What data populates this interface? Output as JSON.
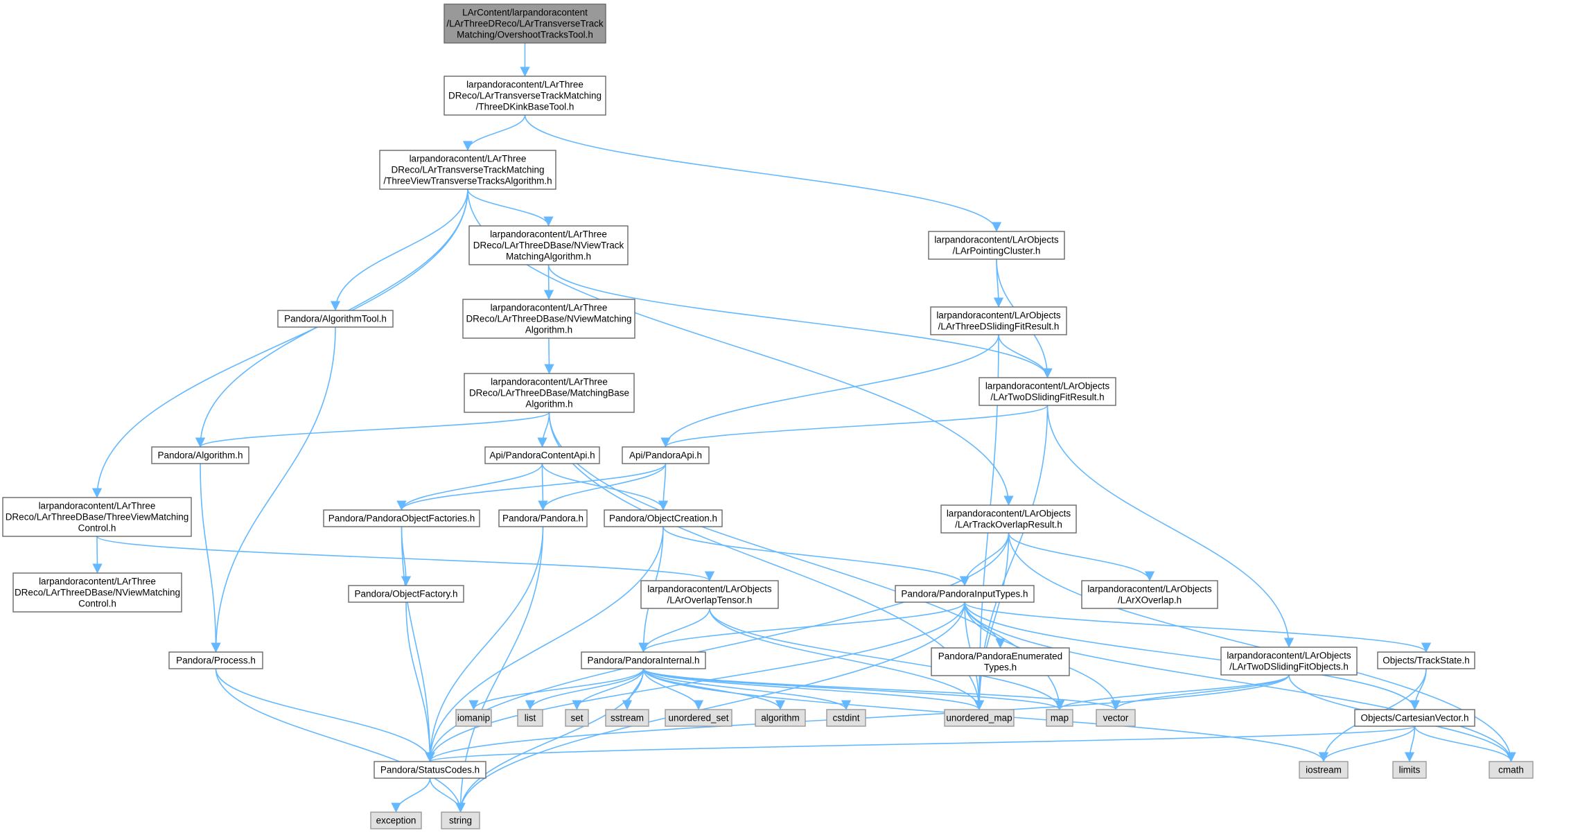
{
  "diagram": {
    "edge_color": "#63b8ff",
    "main_fill": "#999999",
    "std_fill": "#e0e0e0",
    "nodes": [
      {
        "id": "n0",
        "kind": "main",
        "lines": [
          "LArContent/larpandoracontent",
          "/LArThreeDReco/LArTransverseTrack",
          "Matching/OvershootTracksTool.h"
        ]
      },
      {
        "id": "n1",
        "kind": "hdr",
        "lines": [
          "larpandoracontent/LArThree",
          "DReco/LArTransverseTrackMatching",
          "/ThreeDKinkBaseTool.h"
        ]
      },
      {
        "id": "n2",
        "kind": "hdr",
        "lines": [
          "larpandoracontent/LArThree",
          "DReco/LArTransverseTrackMatching",
          "/ThreeViewTransverseTracksAlgorithm.h"
        ]
      },
      {
        "id": "n3",
        "kind": "hdr",
        "lines": [
          "larpandoracontent/LArObjects",
          "/LArPointingCluster.h"
        ]
      },
      {
        "id": "n4",
        "kind": "hdr",
        "lines": [
          "larpandoracontent/LArThree",
          "DReco/LArThreeDBase/ThreeViewMatching",
          "Control.h"
        ]
      },
      {
        "id": "n5",
        "kind": "hdr",
        "lines": [
          "Pandora/Algorithm.h"
        ]
      },
      {
        "id": "n6",
        "kind": "hdr",
        "lines": [
          "Pandora/AlgorithmTool.h"
        ]
      },
      {
        "id": "n7",
        "kind": "hdr",
        "lines": [
          "larpandoracontent/LArThree",
          "DReco/LArThreeDBase/NViewTrack",
          "MatchingAlgorithm.h"
        ]
      },
      {
        "id": "n8",
        "kind": "hdr",
        "lines": [
          "larpandoracontent/LArObjects",
          "/LArTrackOverlapResult.h"
        ]
      },
      {
        "id": "n9",
        "kind": "hdr",
        "lines": [
          "larpandoracontent/LArThree",
          "DReco/LArThreeDBase/NViewMatching",
          "Control.h"
        ]
      },
      {
        "id": "n10",
        "kind": "hdr",
        "lines": [
          "larpandoracontent/LArObjects",
          "/LArOverlapTensor.h"
        ]
      },
      {
        "id": "n11",
        "kind": "hdr",
        "lines": [
          "Pandora/Process.h"
        ]
      },
      {
        "id": "n12",
        "kind": "hdr",
        "lines": [
          "larpandoracontent/LArThree",
          "DReco/LArThreeDBase/NViewMatching",
          "Algorithm.h"
        ]
      },
      {
        "id": "n13",
        "kind": "hdr",
        "lines": [
          "larpandoracontent/LArThree",
          "DReco/LArThreeDBase/MatchingBase",
          "Algorithm.h"
        ]
      },
      {
        "id": "n14",
        "kind": "hdr",
        "lines": [
          "larpandoracontent/LArObjects",
          "/LArThreeDSlidingFitResult.h"
        ]
      },
      {
        "id": "n15",
        "kind": "hdr",
        "lines": [
          "larpandoracontent/LArObjects",
          "/LArTwoDSlidingFitResult.h"
        ]
      },
      {
        "id": "n16",
        "kind": "hdr",
        "lines": [
          "Api/PandoraContentApi.h"
        ]
      },
      {
        "id": "n17",
        "kind": "hdr",
        "lines": [
          "Api/PandoraApi.h"
        ]
      },
      {
        "id": "n18",
        "kind": "hdr",
        "lines": [
          "Pandora/PandoraObjectFactories.h"
        ]
      },
      {
        "id": "n19",
        "kind": "hdr",
        "lines": [
          "Pandora/Pandora.h"
        ]
      },
      {
        "id": "n20",
        "kind": "hdr",
        "lines": [
          "Pandora/ObjectCreation.h"
        ]
      },
      {
        "id": "n21",
        "kind": "hdr",
        "lines": [
          "Pandora/ObjectFactory.h"
        ]
      },
      {
        "id": "n22",
        "kind": "hdr",
        "lines": [
          "Pandora/PandoraInputTypes.h"
        ]
      },
      {
        "id": "n23",
        "kind": "hdr",
        "lines": [
          "larpandoracontent/LArObjects",
          "/LArXOverlap.h"
        ]
      },
      {
        "id": "n24",
        "kind": "hdr",
        "lines": [
          "Pandora/PandoraEnumerated",
          "Types.h"
        ]
      },
      {
        "id": "n25",
        "kind": "hdr",
        "lines": [
          "Pandora/PandoraInternal.h"
        ]
      },
      {
        "id": "n26",
        "kind": "hdr",
        "lines": [
          "larpandoracontent/LArObjects",
          "/LArTwoDSlidingFitObjects.h"
        ]
      },
      {
        "id": "n27",
        "kind": "hdr",
        "lines": [
          "Objects/TrackState.h"
        ]
      },
      {
        "id": "n28",
        "kind": "hdr",
        "lines": [
          "Objects/CartesianVector.h"
        ]
      },
      {
        "id": "n29",
        "kind": "hdr",
        "lines": [
          "Pandora/StatusCodes.h"
        ]
      },
      {
        "id": "s1",
        "kind": "std",
        "lines": [
          "iomanip"
        ]
      },
      {
        "id": "s2",
        "kind": "std",
        "lines": [
          "list"
        ]
      },
      {
        "id": "s3",
        "kind": "std",
        "lines": [
          "set"
        ]
      },
      {
        "id": "s4",
        "kind": "std",
        "lines": [
          "sstream"
        ]
      },
      {
        "id": "s5",
        "kind": "std",
        "lines": [
          "unordered_set"
        ]
      },
      {
        "id": "s6",
        "kind": "std",
        "lines": [
          "algorithm"
        ]
      },
      {
        "id": "s7",
        "kind": "std",
        "lines": [
          "cstdint"
        ]
      },
      {
        "id": "s8",
        "kind": "std",
        "lines": [
          "unordered_map"
        ]
      },
      {
        "id": "s9",
        "kind": "std",
        "lines": [
          "map"
        ]
      },
      {
        "id": "s10",
        "kind": "std",
        "lines": [
          "vector"
        ]
      },
      {
        "id": "s11",
        "kind": "std",
        "lines": [
          "iostream"
        ]
      },
      {
        "id": "s12",
        "kind": "std",
        "lines": [
          "limits"
        ]
      },
      {
        "id": "s13",
        "kind": "std",
        "lines": [
          "cmath"
        ]
      },
      {
        "id": "s14",
        "kind": "std",
        "lines": [
          "exception"
        ]
      },
      {
        "id": "s15",
        "kind": "std",
        "lines": [
          "string"
        ]
      }
    ],
    "edges": [
      [
        "n0",
        "n1"
      ],
      [
        "n1",
        "n2"
      ],
      [
        "n1",
        "n3"
      ],
      [
        "n2",
        "n4"
      ],
      [
        "n2",
        "n5"
      ],
      [
        "n2",
        "n6"
      ],
      [
        "n2",
        "n7"
      ],
      [
        "n2",
        "n8"
      ],
      [
        "n3",
        "n14"
      ],
      [
        "n3",
        "n15"
      ],
      [
        "n4",
        "n9"
      ],
      [
        "n4",
        "n10"
      ],
      [
        "n5",
        "n11"
      ],
      [
        "n6",
        "n11"
      ],
      [
        "n7",
        "n12"
      ],
      [
        "n7",
        "n15"
      ],
      [
        "n12",
        "n13"
      ],
      [
        "n13",
        "n5"
      ],
      [
        "n13",
        "n16"
      ],
      [
        "n13",
        "s8"
      ],
      [
        "n13",
        "s9"
      ],
      [
        "n14",
        "n15"
      ],
      [
        "n14",
        "n17"
      ],
      [
        "n14",
        "s8"
      ],
      [
        "n15",
        "n17"
      ],
      [
        "n15",
        "n26"
      ],
      [
        "n15",
        "s8"
      ],
      [
        "n16",
        "n18"
      ],
      [
        "n16",
        "n19"
      ],
      [
        "n16",
        "n20"
      ],
      [
        "n17",
        "n18"
      ],
      [
        "n17",
        "n19"
      ],
      [
        "n17",
        "n20"
      ],
      [
        "n18",
        "n21"
      ],
      [
        "n18",
        "n29"
      ],
      [
        "n19",
        "n29"
      ],
      [
        "n19",
        "s15"
      ],
      [
        "n20",
        "n22"
      ],
      [
        "n20",
        "n25"
      ],
      [
        "n20",
        "n29"
      ],
      [
        "n21",
        "n29"
      ],
      [
        "n8",
        "n22"
      ],
      [
        "n8",
        "n23"
      ],
      [
        "n8",
        "n29"
      ],
      [
        "n8",
        "s8"
      ],
      [
        "n8",
        "s13"
      ],
      [
        "n10",
        "n25"
      ],
      [
        "n10",
        "s8"
      ],
      [
        "n10",
        "s9"
      ],
      [
        "n22",
        "n24"
      ],
      [
        "n22",
        "n25"
      ],
      [
        "n22",
        "n27"
      ],
      [
        "n22",
        "n28"
      ],
      [
        "n22",
        "n29"
      ],
      [
        "n22",
        "s8"
      ],
      [
        "n22",
        "s10"
      ],
      [
        "n22",
        "s13"
      ],
      [
        "n22",
        "s15"
      ],
      [
        "n25",
        "s1"
      ],
      [
        "n25",
        "s2"
      ],
      [
        "n25",
        "s3"
      ],
      [
        "n25",
        "s4"
      ],
      [
        "n25",
        "s5"
      ],
      [
        "n25",
        "s6"
      ],
      [
        "n25",
        "s7"
      ],
      [
        "n25",
        "s8"
      ],
      [
        "n25",
        "s9"
      ],
      [
        "n25",
        "s10"
      ],
      [
        "n25",
        "s11"
      ],
      [
        "n25",
        "s15"
      ],
      [
        "n26",
        "n29"
      ],
      [
        "n26",
        "s9"
      ],
      [
        "n26",
        "s10"
      ],
      [
        "n26",
        "s13"
      ],
      [
        "n27",
        "n28"
      ],
      [
        "n27",
        "s11"
      ],
      [
        "n28",
        "n29"
      ],
      [
        "n28",
        "s11"
      ],
      [
        "n28",
        "s12"
      ],
      [
        "n28",
        "s13"
      ],
      [
        "n11",
        "n29"
      ],
      [
        "n11",
        "s15"
      ],
      [
        "n29",
        "s14"
      ],
      [
        "n29",
        "s15"
      ]
    ]
  }
}
